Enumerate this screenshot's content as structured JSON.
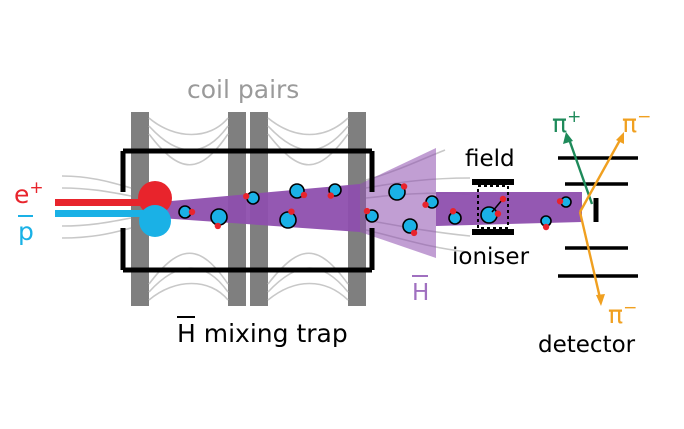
{
  "labels": {
    "coil_pairs": "coil pairs",
    "positron": "e",
    "positron_sup": "+",
    "antiproton": "p",
    "field": "field",
    "ioniser": "ioniser",
    "antihydrogen": "H",
    "mixing_trap_prefix": "H",
    "mixing_trap_rest": " mixing trap",
    "pi_plus": "π",
    "pi_plus_sup": "+",
    "pi_minus_top": "π",
    "pi_minus_top_sup": "−",
    "pi_minus_bottom": "π",
    "pi_minus_bottom_sup": "−",
    "detector": "detector"
  },
  "colors": {
    "positron": "#e8242c",
    "antiproton": "#1ab1e6",
    "antihydrogen_beam": "#8e4fae",
    "antihydrogen_label": "#a070c0",
    "coil_label": "#9a9a9a",
    "coil_bar": "#7f7f7f",
    "field_lines": "#c8c8c8",
    "pi_plus": "#1e8a5a",
    "pi_minus": "#f0a020",
    "structure": "#000000"
  }
}
